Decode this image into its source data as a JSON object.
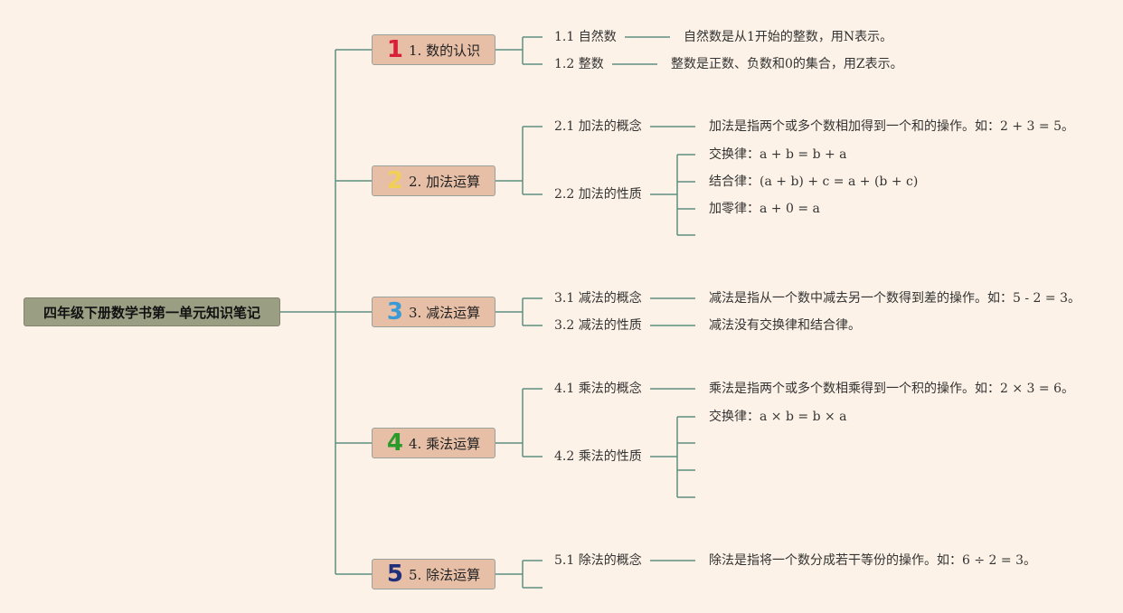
{
  "root": {
    "title": "四年级下册数学书第一单元知识笔记"
  },
  "colors": {
    "line": "#5f8f80",
    "topic_bg": "#e7bfa6",
    "root_bg": "#9a9e83",
    "background": "#fdf2e7"
  },
  "topics": [
    {
      "icon": "1",
      "icon_color": "#d9203a",
      "label": "1. 数的认识",
      "subs": [
        {
          "label": "1.1 自然数",
          "details": [
            "自然数是从1开始的整数，用N表示。"
          ]
        },
        {
          "label": "1.2 整数",
          "details": [
            "整数是正数、负数和0的集合，用Z表示。"
          ]
        }
      ]
    },
    {
      "icon": "2",
      "icon_color": "#f2cf55",
      "label": "2. 加法运算",
      "subs": [
        {
          "label": "2.1 加法的概念",
          "details": [
            "加法是指两个或多个数相加得到一个和的操作。如：2 + 3 = 5。"
          ]
        },
        {
          "label": "2.2 加法的性质",
          "details": [
            "交换律：a + b = b + a",
            "结合律：(a + b) + c = a + (b + c)",
            "加零律：a + 0 = a",
            ""
          ]
        }
      ]
    },
    {
      "icon": "3",
      "icon_color": "#3a9ad6",
      "label": "3. 减法运算",
      "subs": [
        {
          "label": "3.1 减法的概念",
          "details": [
            "减法是指从一个数中减去另一个数得到差的操作。如：5 - 2 = 3。"
          ]
        },
        {
          "label": "3.2 减法的性质",
          "details": [
            "减法没有交换律和结合律。"
          ]
        }
      ]
    },
    {
      "icon": "4",
      "icon_color": "#2a9a2a",
      "label": "4. 乘法运算",
      "subs": [
        {
          "label": "4.1 乘法的概念",
          "details": [
            "乘法是指两个或多个数相乘得到一个积的操作。如：2 × 3 = 6。"
          ]
        },
        {
          "label": "4.2 乘法的性质",
          "details": [
            "交换律：a × b = b × a",
            "",
            "",
            ""
          ]
        }
      ]
    },
    {
      "icon": "5",
      "icon_color": "#1f2f7a",
      "label": "5. 除法运算",
      "subs": [
        {
          "label": "5.1 除法的概念",
          "details": [
            "除法是指将一个数分成若干等份的操作。如：6 ÷ 2 = 3。"
          ]
        },
        {
          "label": "",
          "details": []
        }
      ]
    }
  ]
}
